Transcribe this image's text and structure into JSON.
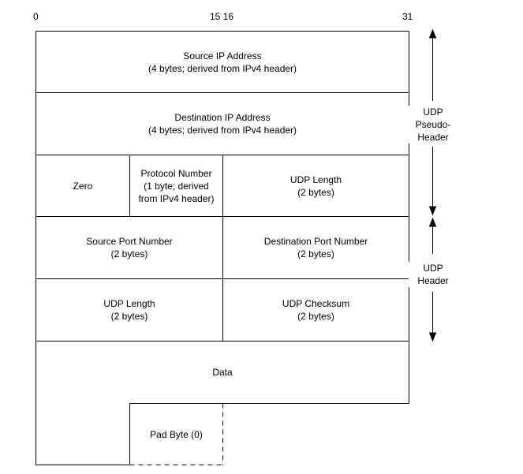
{
  "bit_labels": {
    "b0": "0",
    "b15_16": "15 16",
    "b31": "31"
  },
  "rows": {
    "source_ip": {
      "title": "Source IP Address",
      "detail": "(4 bytes; derived from IPv4 header)"
    },
    "dest_ip": {
      "title": "Destination IP Address",
      "detail": "(4 bytes; derived from IPv4 header)"
    },
    "zero": {
      "title": "Zero"
    },
    "protocol": {
      "line1": "Protocol Number",
      "line2": "(1 byte; derived",
      "line3": "from IPv4 header)"
    },
    "udp_length_pseudo": {
      "title": "UDP Length",
      "detail": "(2 bytes)"
    },
    "source_port": {
      "title": "Source Port Number",
      "detail": "(2 bytes)"
    },
    "dest_port": {
      "title": "Destination Port Number",
      "detail": "(2 bytes)"
    },
    "udp_length": {
      "title": "UDP Length",
      "detail": "(2 bytes)"
    },
    "udp_checksum": {
      "title": "UDP Checksum",
      "detail": "(2 bytes)"
    },
    "data": {
      "title": "Data"
    },
    "pad": {
      "title": "Pad Byte (0)"
    }
  },
  "side_labels": {
    "pseudo": {
      "l1": "UDP",
      "l2": "Pseudo-",
      "l3": "Header"
    },
    "header": {
      "l1": "UDP",
      "l2": "Header"
    }
  }
}
